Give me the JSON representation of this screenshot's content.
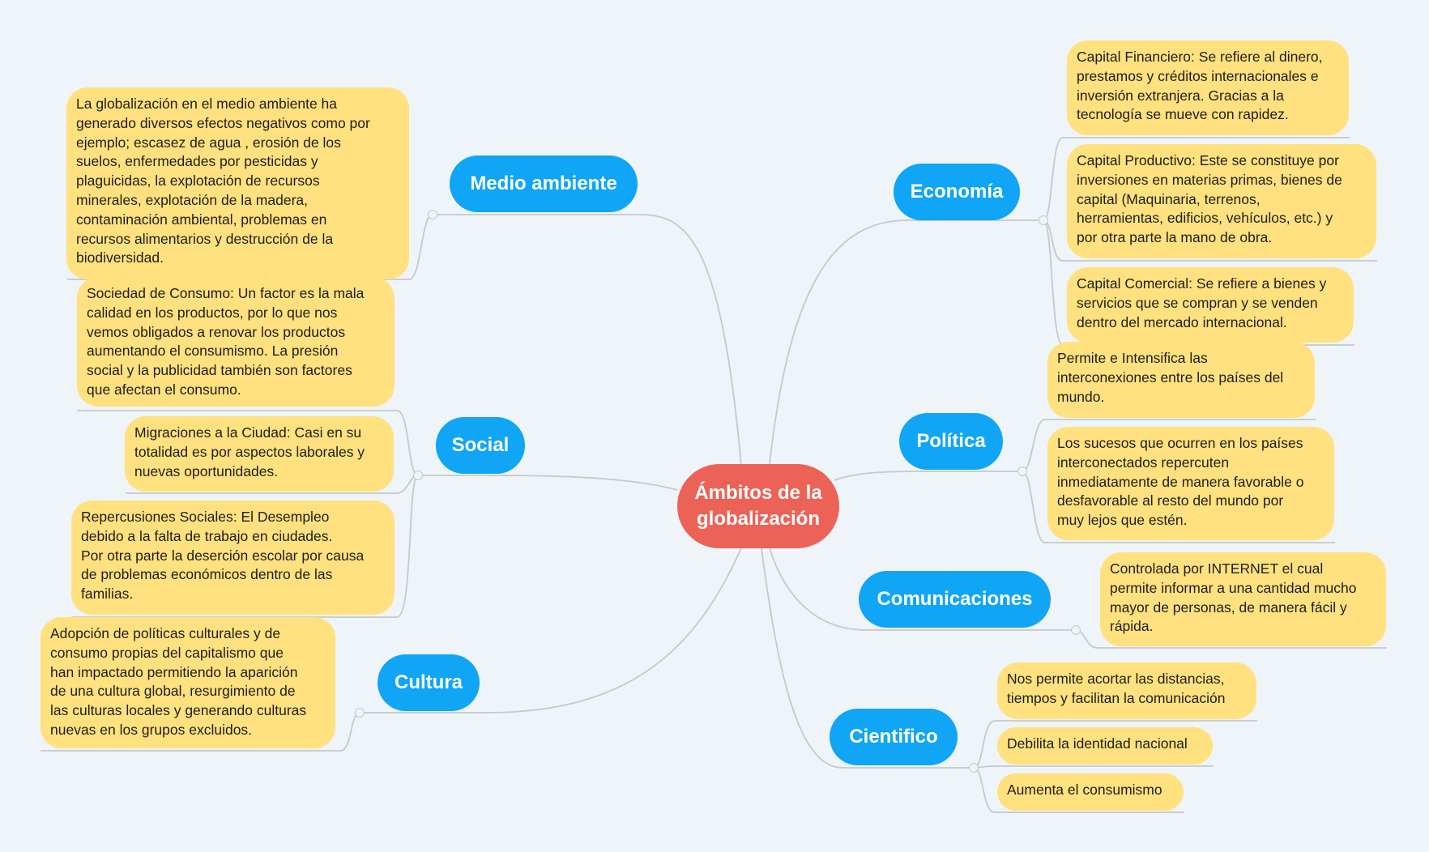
{
  "central": {
    "title": "Ámbitos de la\nglobalización"
  },
  "colors": {
    "central": "#ec6257",
    "topic": "#10a5f5",
    "leaf": "#ffe17f",
    "line": "#c4c9cc",
    "background": "#eef4f7"
  },
  "topics": {
    "medio_ambiente": {
      "label": "Medio ambiente",
      "notes": [
        "La globalización en el medio ambiente ha\ngenerado diversos efectos negativos como por\nejemplo; escasez de agua , erosión de los\nsuelos, enfermedades por pesticidas y\nplaguicidas, la explotación de recursos\nminerales, explotación de la madera,\ncontaminación ambiental, problemas en\nrecursos alimentarios y destrucción de la\nbiodiversidad."
      ]
    },
    "social": {
      "label": "Social",
      "notes": [
        "Sociedad de Consumo: Un factor es la mala\ncalidad en los productos, por lo que nos\nvemos obligados a renovar los productos\naumentando el consumismo. La presión\nsocial y la publicidad también son factores\nque afectan el consumo.",
        "Migraciones a la Ciudad: Casi en su\ntotalidad es por aspectos laborales y\nnuevas oportunidades.",
        "Repercusiones Sociales: El  Desempleo\ndebido a la falta de trabajo en ciudades.\nPor otra parte la deserción escolar por causa\nde problemas económicos dentro de las\nfamilias."
      ]
    },
    "cultura": {
      "label": "Cultura",
      "notes": [
        "Adopción de políticas culturales y de\nconsumo propias del capitalismo que\nhan impactado permitiendo la aparición\nde una cultura global, resurgimiento de\nlas culturas locales y generando culturas\nnuevas  en los grupos excluidos."
      ]
    },
    "economia": {
      "label": "Economía",
      "notes": [
        "Capital Financiero: Se refiere al dinero,\nprestamos y créditos internacionales e\ninversión extranjera. Gracias a la\ntecnología se mueve con rapidez.",
        "Capital Productivo:  Este se constituye por\ninversiones en materias primas, bienes de\ncapital (Maquinaria, terrenos,\nherramientas, edificios, vehículos, etc.) y\npor otra parte la mano de obra.",
        "Capital Comercial: Se refiere a bienes y\nservicios que se compran y se venden\ndentro del mercado internacional."
      ]
    },
    "politica": {
      "label": "Política",
      "notes": [
        "Permite e Intensifica las\ninterconexiones entre los países del\nmundo.",
        "Los sucesos que ocurren en los países\ninterconectados repercuten\ninmediatamente de manera favorable o\ndesfavorable al resto del mundo por\nmuy lejos que estén."
      ]
    },
    "comunicaciones": {
      "label": "Comunicaciones",
      "notes": [
        "Controlada por INTERNET el cual\npermite informar a una cantidad mucho\nmayor de personas, de manera fácil y\nrápida."
      ]
    },
    "cientifico": {
      "label": "Cientifico",
      "notes": [
        "Nos permite acortar las distancias,\ntiempos y facilitan la comunicación",
        "Debilita la identidad nacional",
        "Aumenta el consumismo"
      ]
    }
  }
}
